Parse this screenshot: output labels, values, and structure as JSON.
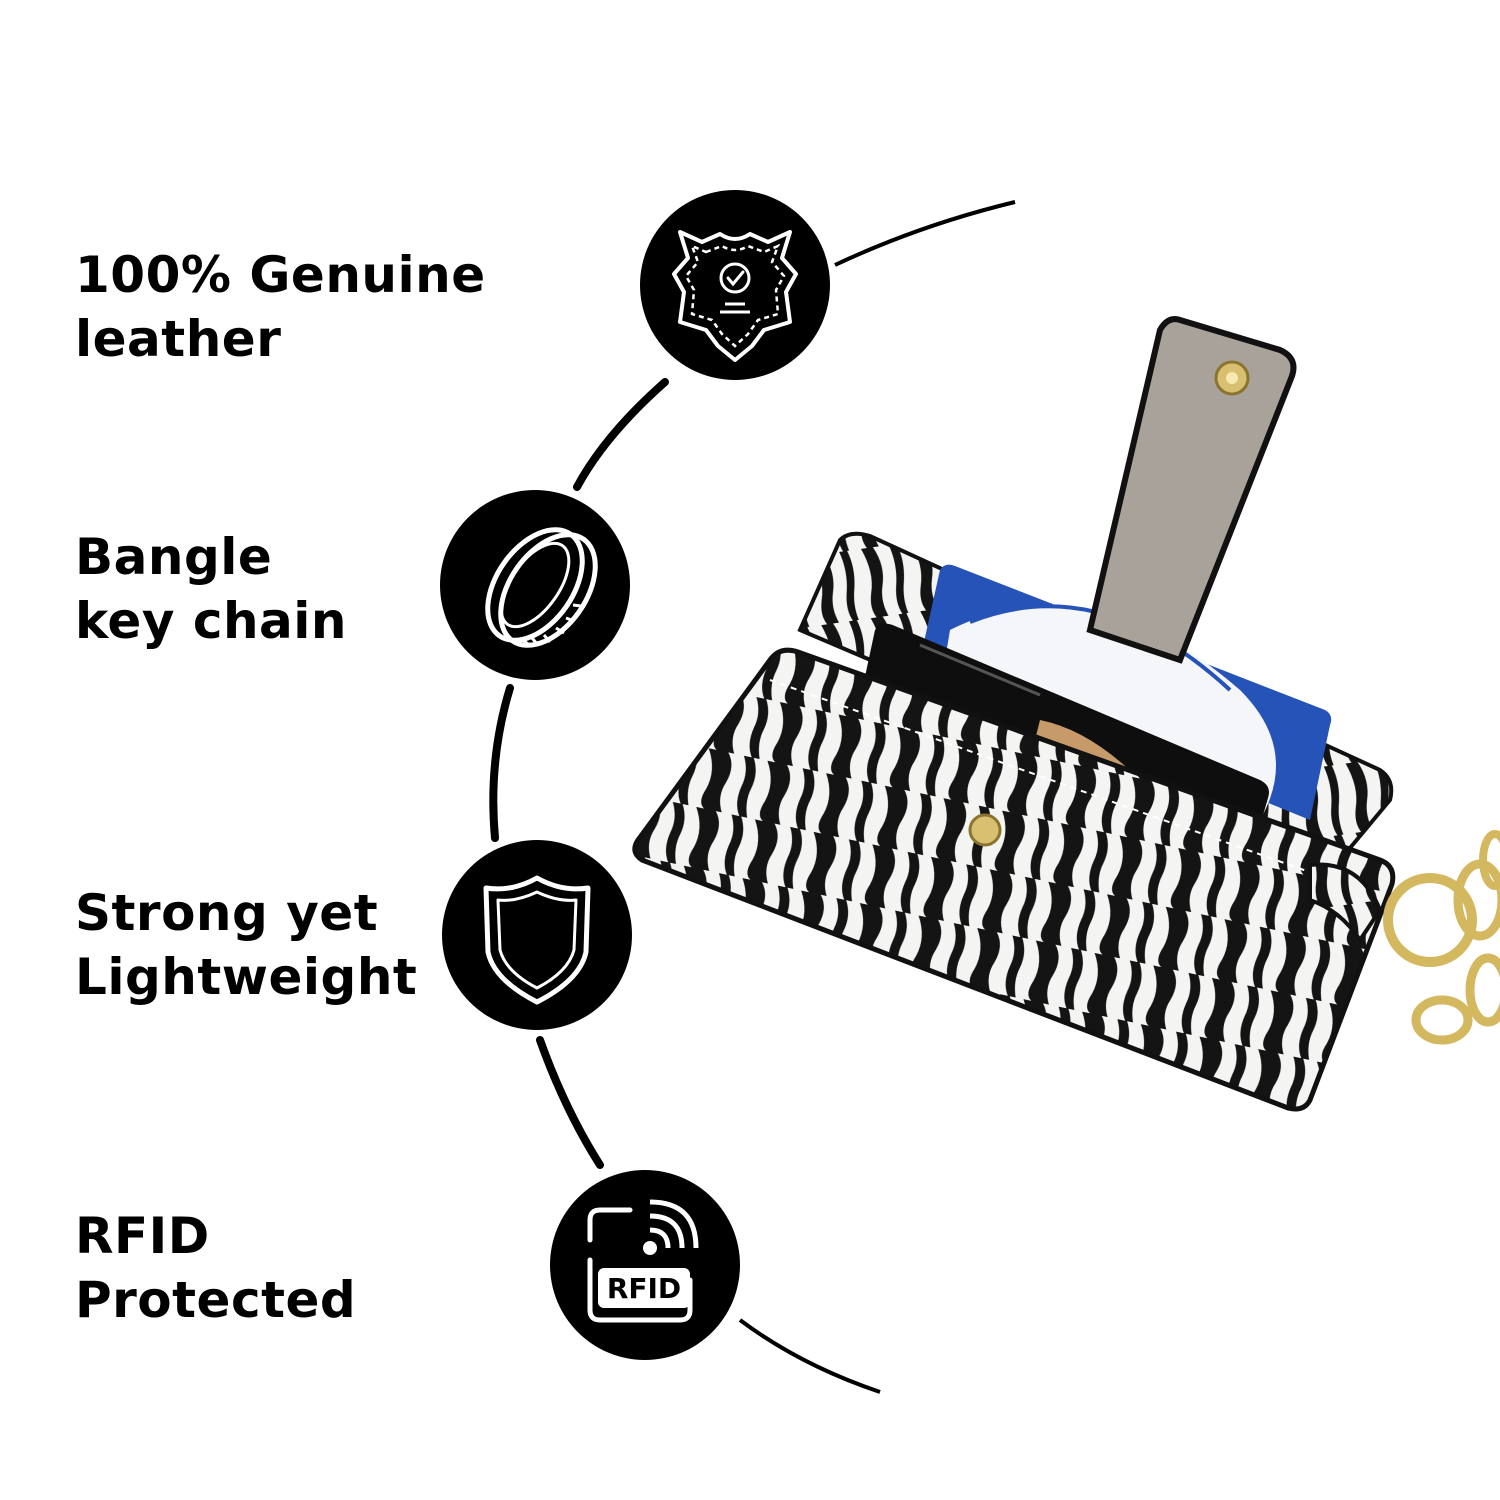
{
  "features": [
    {
      "line1": "100% Genuine",
      "line2": "leather",
      "icon": "leather-hide-icon"
    },
    {
      "line1": "Bangle",
      "line2": "key chain",
      "icon": "bangle-ring-icon"
    },
    {
      "line1": "Strong yet",
      "line2": "Lightweight",
      "icon": "shield-icon"
    },
    {
      "line1": "RFID",
      "line2": "Protected",
      "icon": "rfid-icon",
      "badge_text": "RFID"
    }
  ],
  "colors": {
    "text": "#000000",
    "badge": "#000000",
    "icon_stroke": "#ffffff",
    "background": "#ffffff"
  }
}
